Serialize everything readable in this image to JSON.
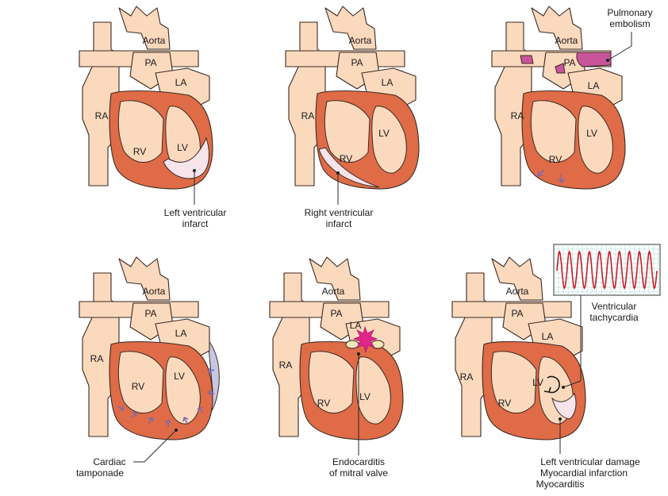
{
  "panels": [
    {
      "id": "left-ventricular-infarct",
      "chambers": {
        "aorta": "Aorta",
        "pa": "PA",
        "la": "LA",
        "ra": "RA",
        "rv": "RV",
        "lv": "LV"
      },
      "caption": [
        "Left ventricular",
        "infarct"
      ]
    },
    {
      "id": "right-ventricular-infarct",
      "chambers": {
        "aorta": "Aorta",
        "pa": "PA",
        "la": "LA",
        "ra": "RA",
        "rv": "RV",
        "lv": "LV"
      },
      "caption": [
        "Right ventricular",
        "infarct"
      ]
    },
    {
      "id": "pulmonary-embolism",
      "chambers": {
        "aorta": "Aorta",
        "pa": "PA",
        "la": "LA",
        "ra": "RA",
        "rv": "RV",
        "lv": "LV"
      },
      "caption": [
        "Pulmonary",
        "embolism"
      ]
    },
    {
      "id": "cardiac-tamponade",
      "chambers": {
        "aorta": "Aorta",
        "pa": "PA",
        "la": "LA",
        "ra": "RA",
        "rv": "RV",
        "lv": "LV"
      },
      "caption": [
        "Cardiac",
        "tamponade"
      ]
    },
    {
      "id": "endocarditis",
      "chambers": {
        "aorta": "Aorta",
        "pa": "PA",
        "la": "LA",
        "ra": "RA",
        "rv": "RV",
        "lv": "LV"
      },
      "caption": [
        "Endocarditis",
        "of mitral valve"
      ]
    },
    {
      "id": "left-ventricular-damage",
      "chambers": {
        "aorta": "Aorta",
        "pa": "PA",
        "la": "LA",
        "ra": "RA",
        "rv": "RV",
        "lv": "LV"
      },
      "caption": [
        "Left ventricular damage",
        "Myocardial infarction",
        "Myocarditis"
      ],
      "ecg_caption": [
        "Ventricular",
        "tachycardia"
      ]
    }
  ],
  "colors": {
    "tissue": "#fbd9bd",
    "muscle": "#df6b47",
    "infarct": "#f7e3ea",
    "embolus": "#c8559a",
    "fluid": "#c9c6e3",
    "arrow": "#7d6aa8",
    "vegetation": "#e0268a",
    "ecg_line": "#c8202a",
    "ecg_grid": "#9fd3d3"
  },
  "icons": {
    "embolus": "embolus-blob-icon",
    "pressure_arrow": "arrow-icon",
    "vegetation": "vegetation-starburst-icon",
    "reentry": "reentry-circle-arrow-icon",
    "ecg": "ecg-strip-icon"
  }
}
